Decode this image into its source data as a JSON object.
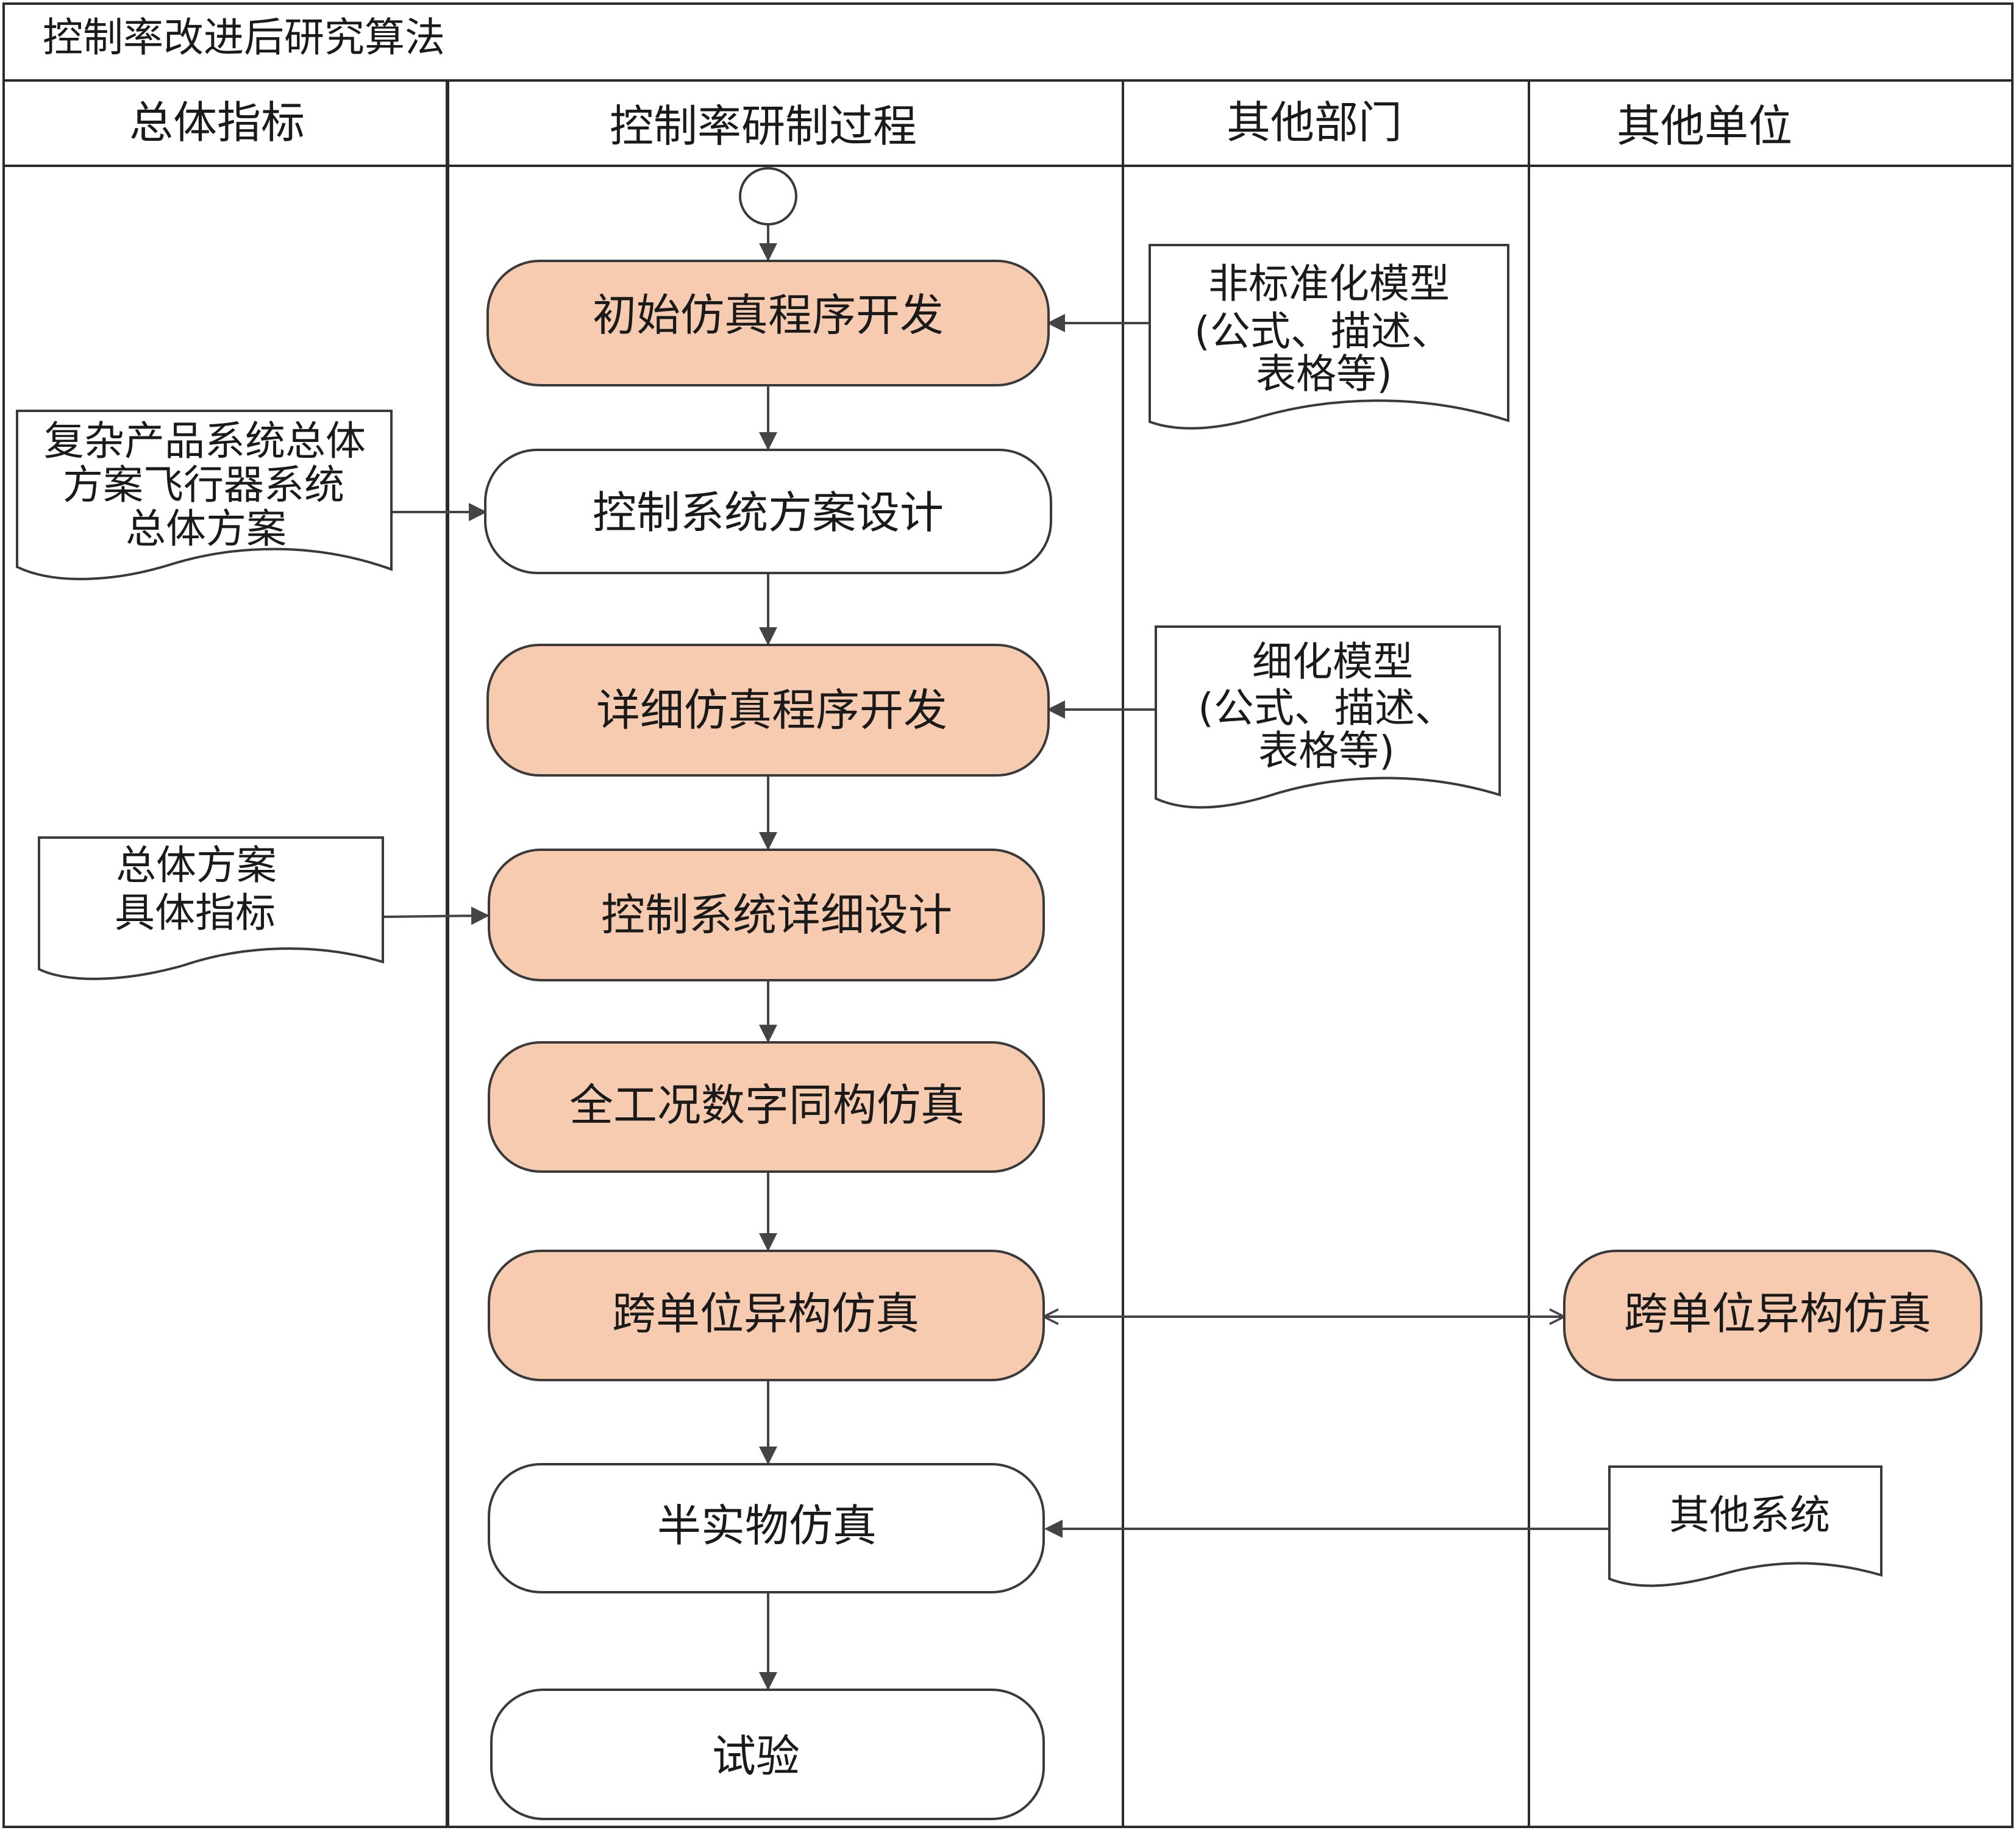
{
  "title": "控制率改进后研究算法",
  "colors": {
    "highlight": "#f6cbaf",
    "plain": "#ffffff",
    "line": "#333333"
  },
  "lanes": [
    {
      "id": "overall",
      "label": "总体指标"
    },
    {
      "id": "process",
      "label": "控制率研制过程"
    },
    {
      "id": "dept",
      "label": "其他部门"
    },
    {
      "id": "unit",
      "label": "其他单位"
    }
  ],
  "start_node": "start-circle",
  "nodes": [
    {
      "id": "n1",
      "label": "初始仿真程序开发",
      "highlight": true
    },
    {
      "id": "n2",
      "label": "控制系统方案设计",
      "highlight": false
    },
    {
      "id": "n3",
      "label": "详细仿真程序开发",
      "highlight": true
    },
    {
      "id": "n4",
      "label": "控制系统详细设计",
      "highlight": true
    },
    {
      "id": "n5",
      "label": "全工况数字同构仿真",
      "highlight": true
    },
    {
      "id": "n6",
      "label": "跨单位异构仿真",
      "highlight": true
    },
    {
      "id": "n7",
      "label": "半实物仿真",
      "highlight": false
    },
    {
      "id": "n8",
      "label": "试验",
      "highlight": false
    },
    {
      "id": "n9",
      "label": "跨单位异构仿真",
      "highlight": true
    }
  ],
  "documents": [
    {
      "id": "d1",
      "lines": [
        "非标准化模型",
        "(公式、描述、",
        "表格等)"
      ]
    },
    {
      "id": "d2",
      "lines": [
        "复杂产品系统总体",
        "方案飞行器系统",
        "总体方案"
      ]
    },
    {
      "id": "d3",
      "lines": [
        "细化模型",
        "(公式、描述、",
        "表格等)"
      ]
    },
    {
      "id": "d4",
      "lines": [
        "总体方案",
        "具体指标"
      ]
    },
    {
      "id": "d5",
      "lines": [
        "其他系统"
      ]
    }
  ]
}
